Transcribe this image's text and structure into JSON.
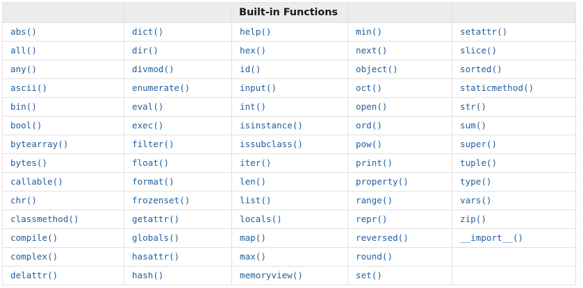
{
  "table": {
    "caption": "Built-in Functions",
    "header": {
      "col1": "",
      "col2": "",
      "col3": "Built-in Functions",
      "col4": "",
      "col5": ""
    },
    "colors": {
      "link": "#205e9e",
      "header_background": "#ececec",
      "header_text": "#1a1a1a",
      "border": "#e0e0e0",
      "cell_background": "#ffffff"
    },
    "column_count": 5,
    "row_count": 15,
    "rows": [
      [
        "abs()",
        "dict()",
        "help()",
        "min()",
        "setattr()"
      ],
      [
        "all()",
        "dir()",
        "hex()",
        "next()",
        "slice()"
      ],
      [
        "any()",
        "divmod()",
        "id()",
        "object()",
        "sorted()"
      ],
      [
        "ascii()",
        "enumerate()",
        "input()",
        "oct()",
        "staticmethod()"
      ],
      [
        "bin()",
        "eval()",
        "int()",
        "open()",
        "str()"
      ],
      [
        "bool()",
        "exec()",
        "isinstance()",
        "ord()",
        "sum()"
      ],
      [
        "bytearray()",
        "filter()",
        "issubclass()",
        "pow()",
        "super()"
      ],
      [
        "bytes()",
        "float()",
        "iter()",
        "print()",
        "tuple()"
      ],
      [
        "callable()",
        "format()",
        "len()",
        "property()",
        "type()"
      ],
      [
        "chr()",
        "frozenset()",
        "list()",
        "range()",
        "vars()"
      ],
      [
        "classmethod()",
        "getattr()",
        "locals()",
        "repr()",
        "zip()"
      ],
      [
        "compile()",
        "globals()",
        "map()",
        "reversed()",
        "__import__()"
      ],
      [
        "complex()",
        "hasattr()",
        "max()",
        "round()",
        ""
      ],
      [
        "delattr()",
        "hash()",
        "memoryview()",
        "set()",
        ""
      ]
    ]
  }
}
